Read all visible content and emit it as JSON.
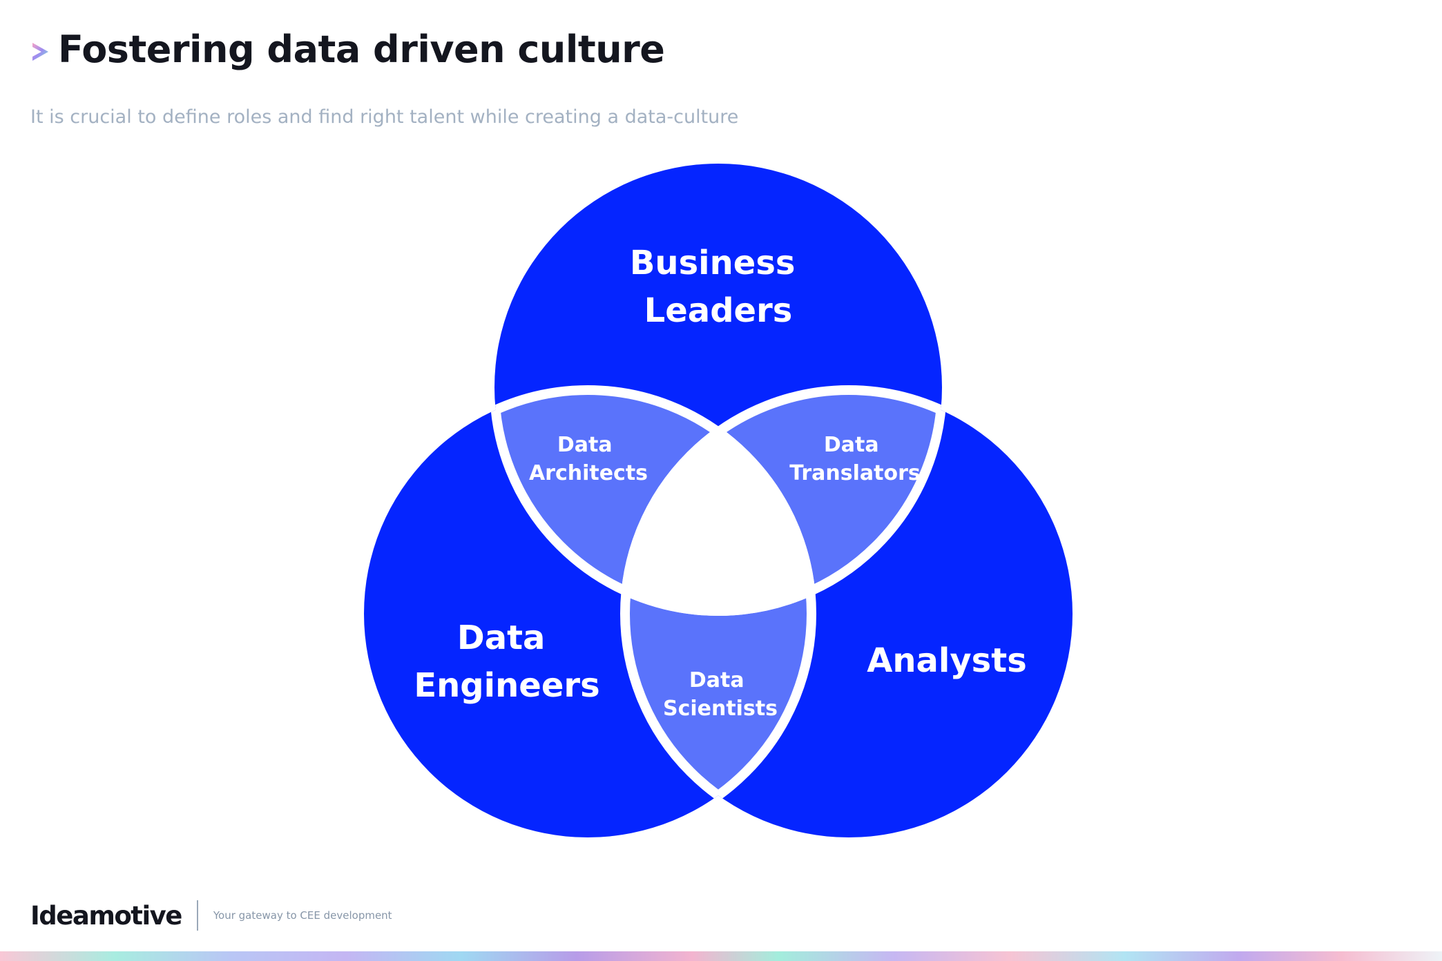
{
  "header": {
    "title": "Fostering data driven culture",
    "subtitle": "It is crucial to define roles and find right talent while creating a data-culture"
  },
  "diagram": {
    "circles": [
      {
        "id": "business-leaders",
        "lines": [
          "Business",
          "Leaders"
        ]
      },
      {
        "id": "data-engineers",
        "lines": [
          "Data",
          "Engineers"
        ]
      },
      {
        "id": "analysts",
        "lines": [
          "Analysts"
        ]
      }
    ],
    "overlaps": [
      {
        "id": "data-architects",
        "between": [
          "Business Leaders",
          "Data Engineers"
        ],
        "lines": [
          "Data",
          "Architects"
        ]
      },
      {
        "id": "data-translators",
        "between": [
          "Business Leaders",
          "Analysts"
        ],
        "lines": [
          "Data",
          "Translators"
        ]
      },
      {
        "id": "data-scientists",
        "between": [
          "Data Engineers",
          "Analysts"
        ],
        "lines": [
          "Data",
          "Scientists"
        ]
      }
    ],
    "colors": {
      "circle_fill": "#0525ff",
      "overlap_fill": "#5a73fb",
      "center_fill": "#ffffff",
      "outline": "#ffffff"
    }
  },
  "footer": {
    "brand": "Ideamotive",
    "tagline": "Your gateway to CEE development"
  },
  "icons": {
    "title_marker": "chevron-right-icon"
  }
}
